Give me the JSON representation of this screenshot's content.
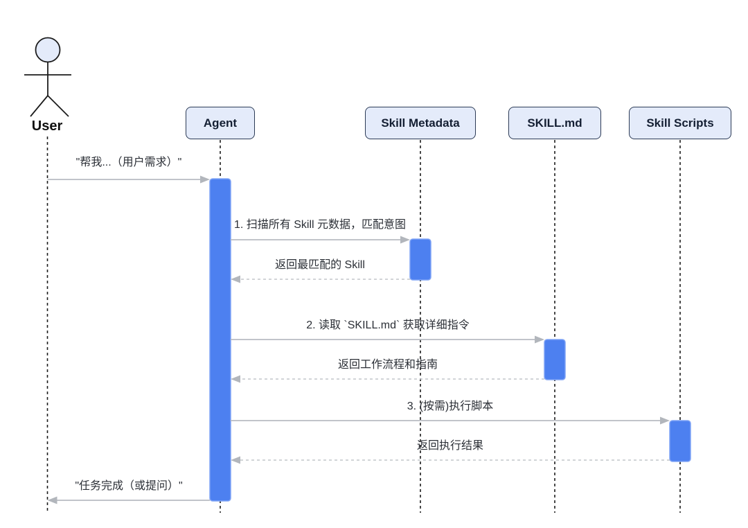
{
  "diagram": {
    "type": "sequence-diagram",
    "actor": {
      "label": "User"
    },
    "participants": [
      {
        "label": "Agent"
      },
      {
        "label": "Skill Metadata"
      },
      {
        "label": "SKILL.md"
      },
      {
        "label": "Skill Scripts"
      }
    ],
    "messages": [
      {
        "from": "User",
        "to": "Agent",
        "style": "solid",
        "text": "\"帮我...（用户需求）\""
      },
      {
        "from": "Agent",
        "to": "Skill Metadata",
        "style": "solid",
        "text": "1. 扫描所有 Skill 元数据，匹配意图"
      },
      {
        "from": "Skill Metadata",
        "to": "Agent",
        "style": "dashed",
        "text": "返回最匹配的 Skill"
      },
      {
        "from": "Agent",
        "to": "SKILL.md",
        "style": "solid",
        "text": "2. 读取 `SKILL.md` 获取详细指令"
      },
      {
        "from": "SKILL.md",
        "to": "Agent",
        "style": "dashed",
        "text": "返回工作流程和指南"
      },
      {
        "from": "Agent",
        "to": "Skill Scripts",
        "style": "solid",
        "text": "3. (按需)执行脚本"
      },
      {
        "from": "Skill Scripts",
        "to": "Agent",
        "style": "dashed",
        "text": "返回执行结果"
      },
      {
        "from": "Agent",
        "to": "User",
        "style": "solid",
        "text": "\"任务完成（或提问）\""
      }
    ],
    "colors": {
      "participant_fill": "#E4EBFA",
      "participant_border": "#2B3A55",
      "activation_fill": "#4D80F0",
      "activation_border": "#7FA3F5",
      "solid_arrow": "#B8BCC2",
      "dashed_arrow": "#C2C5CA",
      "arrowhead": "#B2B6BC",
      "lifeline": "#1C1C1C",
      "message_text": "#2B2F36",
      "background": "#FFFFFF"
    }
  }
}
